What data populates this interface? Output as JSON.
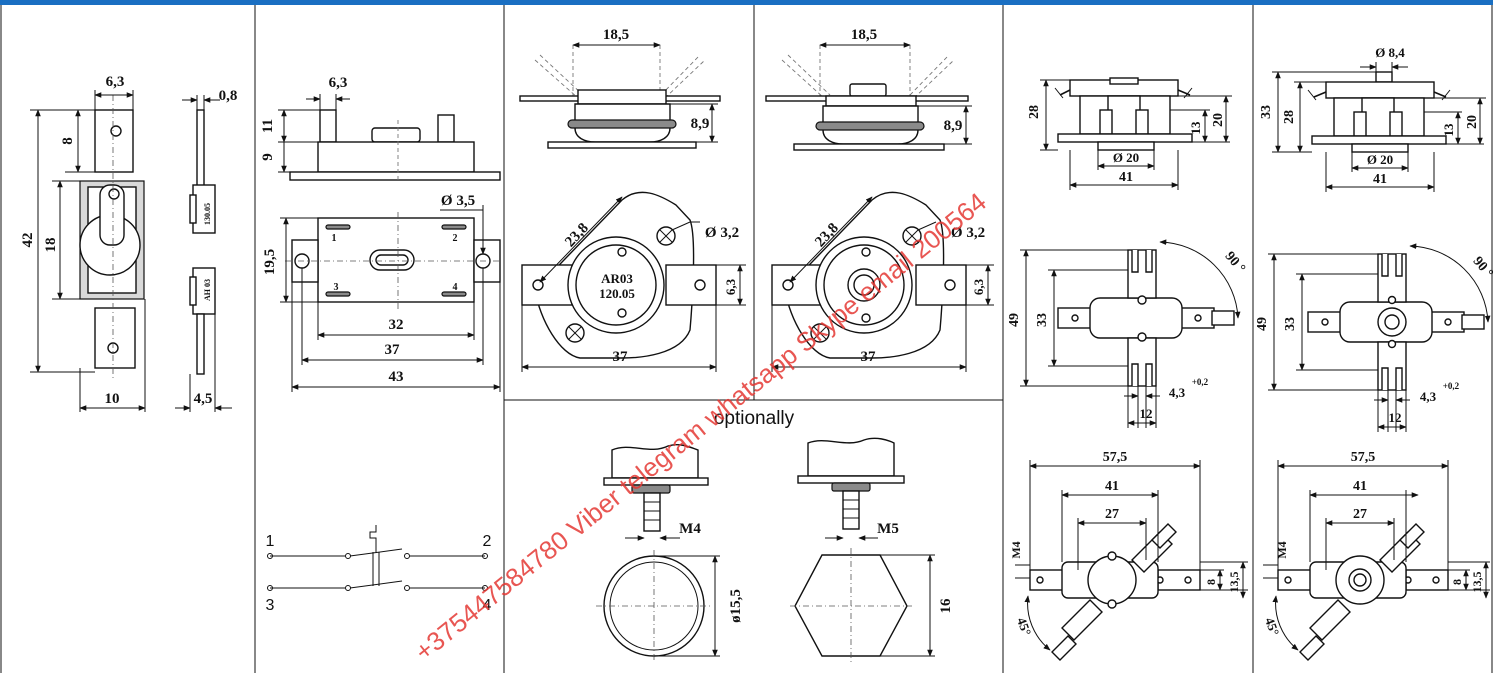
{
  "panel1": {
    "dims": {
      "w_top": "6,3",
      "h_top": "8",
      "h_total": "42",
      "h_mid": "18",
      "w_bottom": "10"
    },
    "side": {
      "thickness": "0,8",
      "depth": "4,5",
      "marking_top": "130.05",
      "marking_bottom": "AH 03"
    }
  },
  "panel2": {
    "dims": {
      "tab": "6,3",
      "h11": "11",
      "h9": "9",
      "hole": "Ø 3,5",
      "h19": "19,5",
      "w32": "32",
      "w37": "37",
      "w43": "43"
    },
    "terminals": {
      "t1": "1",
      "t2": "2",
      "t3": "3",
      "t4": "4"
    },
    "schematic": {
      "n1": "1",
      "n2": "2",
      "n3": "3",
      "n4": "4"
    }
  },
  "panel3": {
    "dims": {
      "w": "18,5",
      "h": "8,9",
      "diag": "23,8",
      "hole": "Ø 3,2",
      "tab": "6,3",
      "base": "37"
    },
    "marking": {
      "line1": "AR03",
      "line2": "120.05"
    },
    "optional": {
      "label": "optionally",
      "thread_a": "M4",
      "dia": "ø15,5",
      "thread_b": "M5",
      "hex": "16"
    }
  },
  "panel4": {
    "dims": {
      "w": "18,5",
      "h": "8,9",
      "diag": "23,8",
      "hole": "Ø 3,2",
      "tab": "6,3",
      "base": "37"
    }
  },
  "panel5": {
    "top": {
      "h28": "28",
      "h13": "13",
      "h20": "20",
      "dia": "Ø 20",
      "w41": "41"
    },
    "mid": {
      "angle": "90 °",
      "h49": "49",
      "h33": "33",
      "slot": "4,3",
      "tol": "+0,2",
      "w12": "12"
    },
    "bot": {
      "w57": "57,5",
      "w41": "41",
      "w27": "27",
      "thread": "M4",
      "h8": "8",
      "h13": "13,5",
      "angle": "45°"
    }
  },
  "panel6": {
    "top": {
      "dia_top": "Ø 8,4",
      "h33": "33",
      "h28": "28",
      "h13": "13",
      "h20": "20",
      "dia": "Ø 20",
      "w41": "41"
    },
    "mid": {
      "angle": "90 °",
      "h49": "49",
      "h33": "33",
      "slot": "4,3",
      "tol": "+0,2",
      "w12": "12"
    },
    "bot": {
      "w57": "57,5",
      "w41": "41",
      "w27": "27",
      "thread": "M4",
      "h8": "8",
      "h13": "13,5",
      "angle": "45°"
    }
  },
  "watermark": "+375447584780 Viber telegram whatsapp Skype email 200564",
  "colors": {
    "accent_bar": "#1a6fc2",
    "watermark": "#e53935"
  }
}
